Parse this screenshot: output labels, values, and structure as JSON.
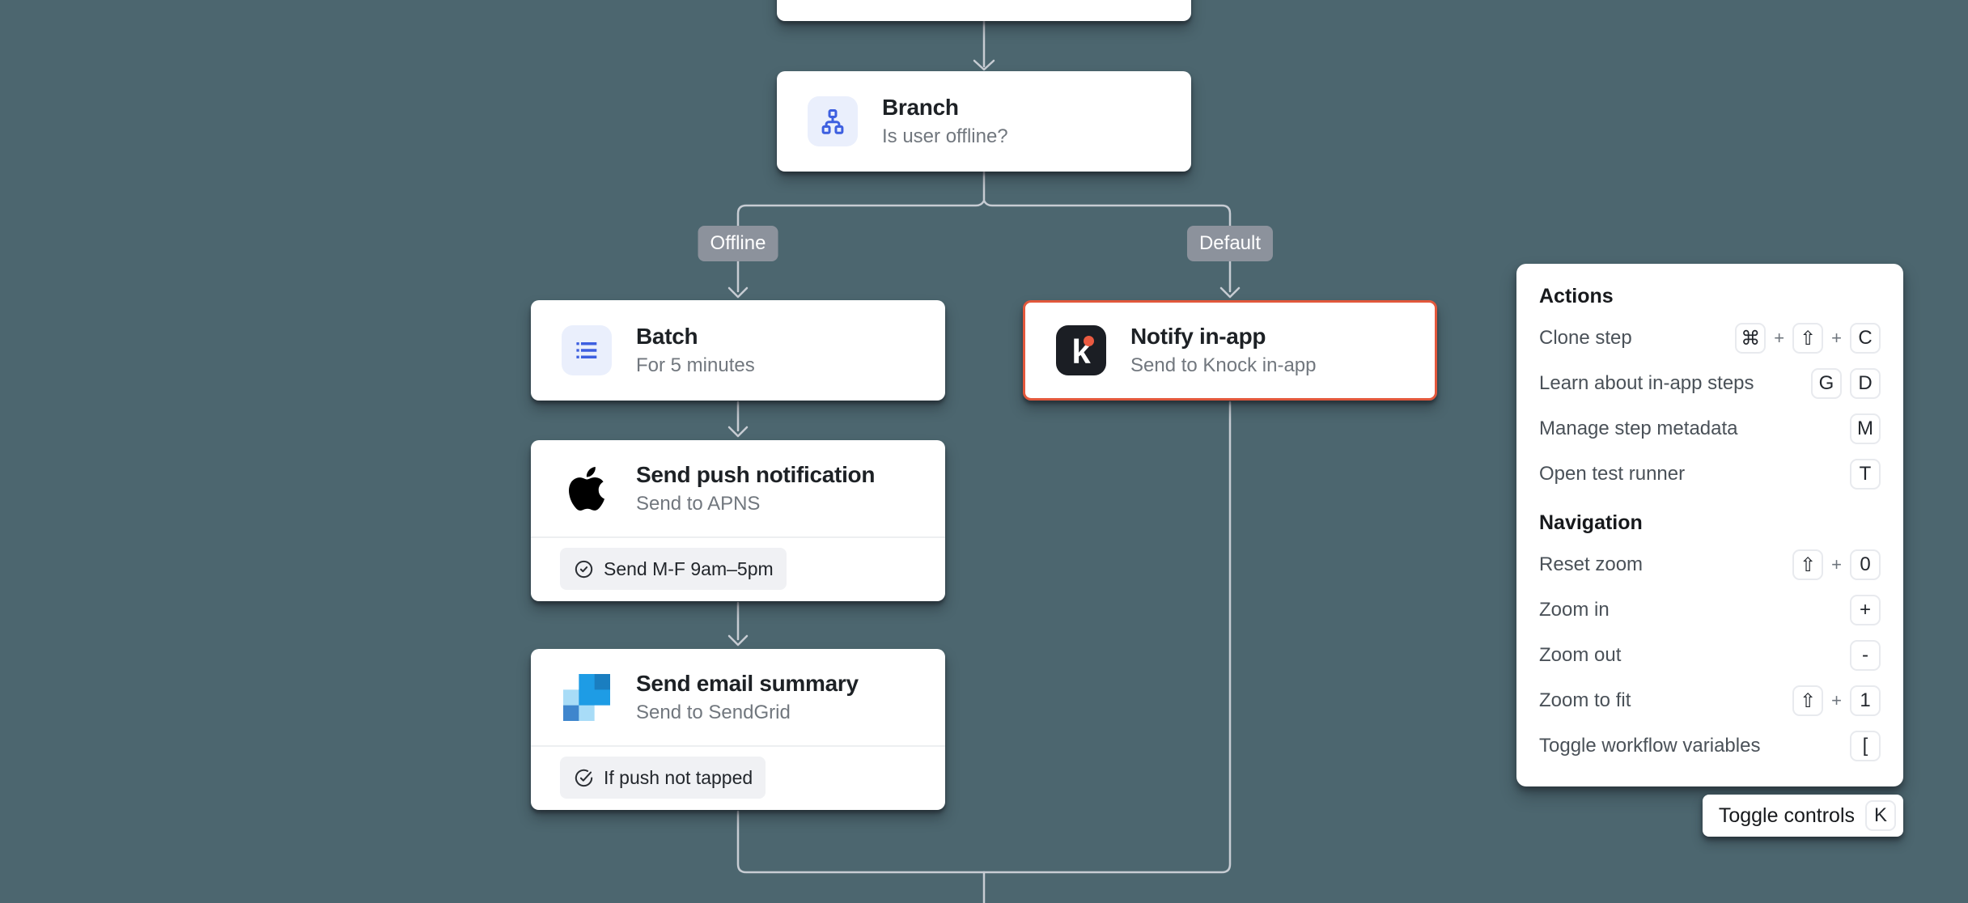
{
  "canvas": {
    "background": "#4c666f",
    "connector_color": "#c7ccd3",
    "nodes": {
      "branch": {
        "title": "Branch",
        "subtitle": "Is user offline?"
      },
      "batch": {
        "title": "Batch",
        "subtitle": "For 5 minutes"
      },
      "push": {
        "title": "Send push notification",
        "subtitle": "Send to APNS",
        "badge": "Send M-F 9am–5pm"
      },
      "email": {
        "title": "Send email summary",
        "subtitle": "Send to SendGrid",
        "badge": "If push not tapped"
      },
      "notify": {
        "title": "Notify in-app",
        "subtitle": "Send to Knock in-app",
        "selected_border": "#e2583c"
      },
      "knock_letter": "k"
    },
    "branch_labels": {
      "left": "Offline",
      "right": "Default"
    }
  },
  "panel": {
    "plus_separator": "+",
    "sections": [
      {
        "title": "Actions",
        "rows": [
          {
            "label": "Clone step",
            "keys": [
              "⌘",
              "⇧",
              "C"
            ]
          },
          {
            "label": "Learn about in-app steps",
            "keys": [
              "G",
              "D"
            ]
          },
          {
            "label": "Manage step metadata",
            "keys": [
              "M"
            ]
          },
          {
            "label": "Open test runner",
            "keys": [
              "T"
            ]
          }
        ]
      },
      {
        "title": "Navigation",
        "rows": [
          {
            "label": "Reset zoom",
            "keys": [
              "⇧",
              "0"
            ]
          },
          {
            "label": "Zoom in",
            "keys": [
              "+"
            ]
          },
          {
            "label": "Zoom out",
            "keys": [
              "-"
            ]
          },
          {
            "label": "Zoom to fit",
            "keys": [
              "⇧",
              "1"
            ]
          },
          {
            "label": "Toggle workflow variables",
            "keys": [
              "["
            ]
          }
        ]
      }
    ]
  },
  "toggle_controls": {
    "label": "Toggle controls",
    "key": "K"
  },
  "colors": {
    "step_icon_blue": "#3d5fe0",
    "step_icon_bg": "#eaeffc",
    "knock_dark": "#1b1e24",
    "knock_orange": "#ea5a41",
    "sendgrid_blue": "#1e9ce5",
    "sendgrid_light": "#a8dcf7",
    "edge_label_bg": "#8c929c"
  }
}
